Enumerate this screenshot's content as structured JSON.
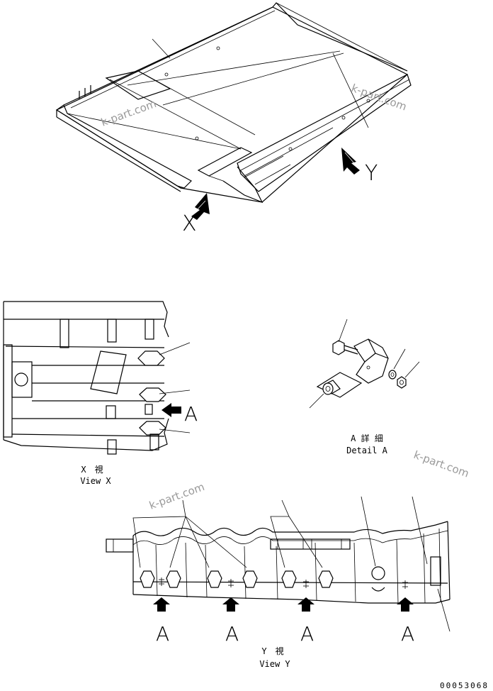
{
  "labels": {
    "arrow_x": "X",
    "arrow_y": "Y",
    "view_x_jp": "X　視",
    "view_x_en": "View X",
    "detail_a_jp": "A 詳 細",
    "detail_a_en": "Detail A",
    "view_y_jp": "Y　視",
    "view_y_en": "View Y",
    "marker_a": "A",
    "drawing_number": "00053068"
  },
  "watermark": "k-part.com",
  "colors": {
    "line": "#000000",
    "watermark": "#9a9a9a",
    "background": "#ffffff"
  }
}
